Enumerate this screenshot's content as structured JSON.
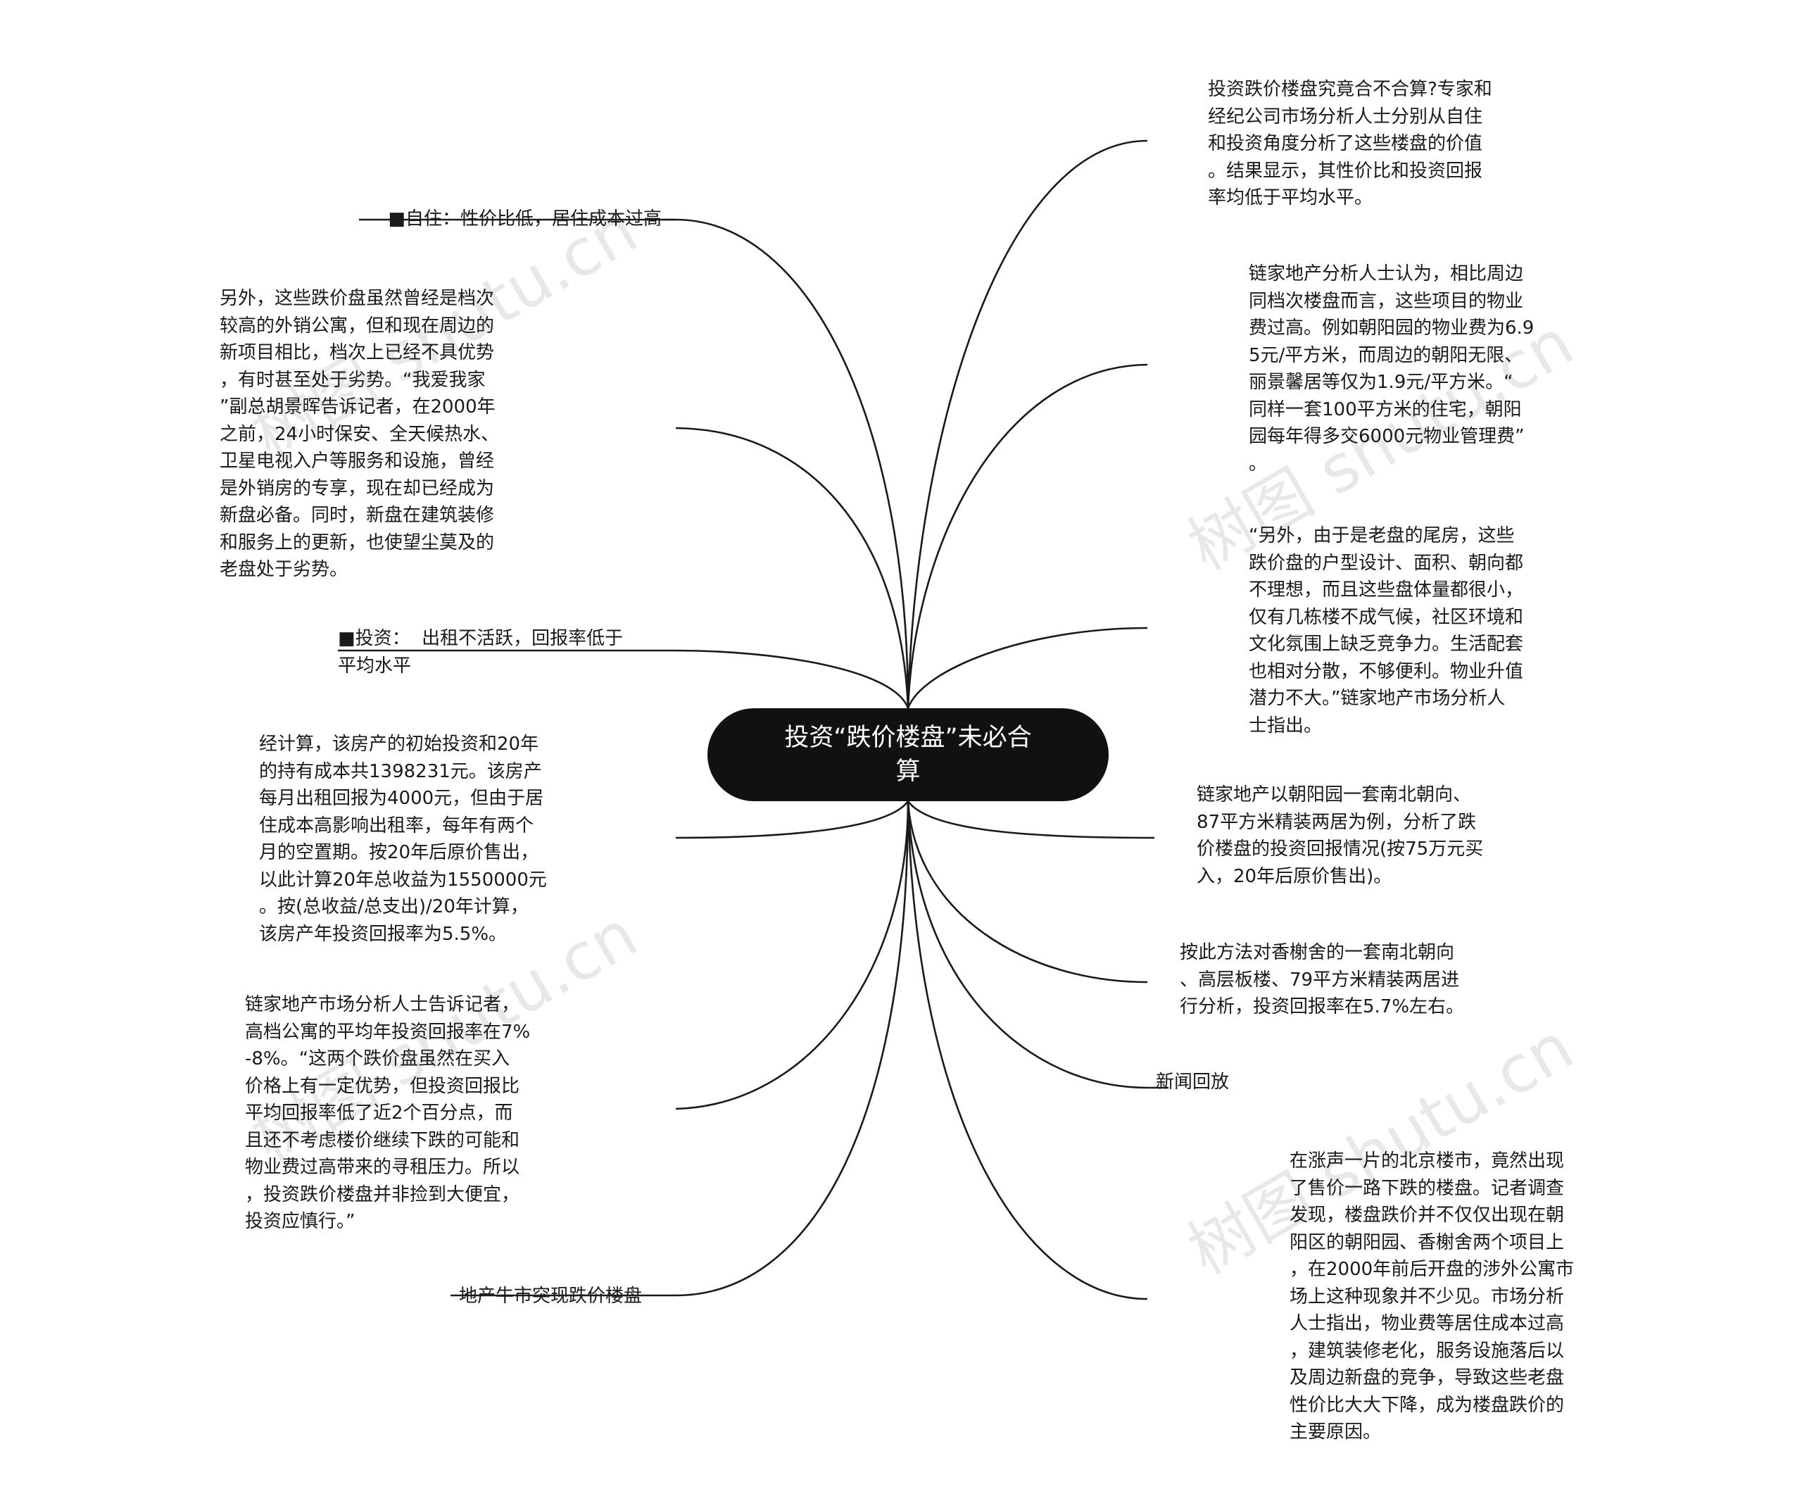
{
  "center": {
    "title": "投资“跌价楼盘”未必合\n算"
  },
  "left_nodes": [
    {
      "id": "l1",
      "text": "■自住：性价比低，居住成本过高"
    },
    {
      "id": "l2",
      "text": "另外，这些跌价盘虽然曾经是档次\n较高的外销公寓，但和现在周边的\n新项目相比，档次上已经不具优势\n，有时甚至处于劣势。“我爱我家\n”副总胡景晖告诉记者，在2000年\n之前，24小时保安、全天候热水、\n卫星电视入户等服务和设施，曾经\n是外销房的专享，现在却已经成为\n新盘必备。同时，新盘在建筑装修\n和服务上的更新，也使望尘莫及的\n老盘处于劣势。"
    },
    {
      "id": "l3",
      "text": "■投资：  出租不活跃，回报率低于\n平均水平"
    },
    {
      "id": "l4",
      "text": "经计算，该房产的初始投资和20年\n的持有成本共1398231元。该房产\n每月出租回报为4000元，但由于居\n住成本高影响出租率，每年有两个\n月的空置期。按20年后原价售出，\n以此计算20年总收益为1550000元\n。按(总收益/总支出)/20年计算，\n该房产年投资回报率为5.5%。"
    },
    {
      "id": "l5",
      "text": "链家地产市场分析人士告诉记者，\n高档公寓的平均年投资回报率在7%\n-8%。“这两个跌价盘虽然在买入\n价格上有一定优势，但投资回报比\n平均回报率低了近2个百分点，而\n且还不考虑楼价继续下跌的可能和\n物业费过高带来的寻租压力。所以\n，投资跌价楼盘并非捡到大便宜，\n投资应慎行。”"
    },
    {
      "id": "l6",
      "text": "地产牛市突现跌价楼盘"
    }
  ],
  "right_nodes": [
    {
      "id": "r1",
      "text": "投资跌价楼盘究竟合不合算?专家和\n经纪公司市场分析人士分别从自住\n和投资角度分析了这些楼盘的价值\n。结果显示，其性价比和投资回报\n率均低于平均水平。"
    },
    {
      "id": "r2",
      "text": "链家地产分析人士认为，相比周边\n同档次楼盘而言，这些项目的物业\n费过高。例如朝阳园的物业费为6.9\n5元/平方米，而周边的朝阳无限、\n丽景馨居等仅为1.9元/平方米。“\n同样一套100平方米的住宅，朝阳\n园每年得多交6000元物业管理费”\n。"
    },
    {
      "id": "r3",
      "text": "“另外，由于是老盘的尾房，这些\n跌价盘的户型设计、面积、朝向都\n不理想，而且这些盘体量都很小，\n仅有几栋楼不成气候，社区环境和\n文化氛围上缺乏竞争力。生活配套\n也相对分散，不够便利。物业升值\n潜力不大。”链家地产市场分析人\n士指出。"
    },
    {
      "id": "r4",
      "text": "链家地产以朝阳园一套南北朝向、\n87平方米精装两居为例，分析了跌\n价楼盘的投资回报情况(按75万元买\n入，20年后原价售出)。"
    },
    {
      "id": "r5",
      "text": "按此方法对香榭舍的一套南北朝向\n、高层板楼、79平方米精装两居进\n行分析，投资回报率在5.7%左右。"
    },
    {
      "id": "r6",
      "text": "新闻回放"
    },
    {
      "id": "r7",
      "text": "在涨声一片的北京楼市，竟然出现\n了售价一路下跌的楼盘。记者调查\n发现，楼盘跌价并不仅仅出现在朝\n阳区的朝阳园、香榭舍两个项目上\n，在2000年前后开盘的涉外公寓市\n场上这种现象并不少见。市场分析\n人士指出，物业费等居住成本过高\n，建筑装修老化，服务设施落后以\n及周边新盘的竞争，导致这些老盘\n性价比大大下降，成为楼盘跌价的\n主要原因。"
    }
  ],
  "watermark": "树图 shutu.cn"
}
